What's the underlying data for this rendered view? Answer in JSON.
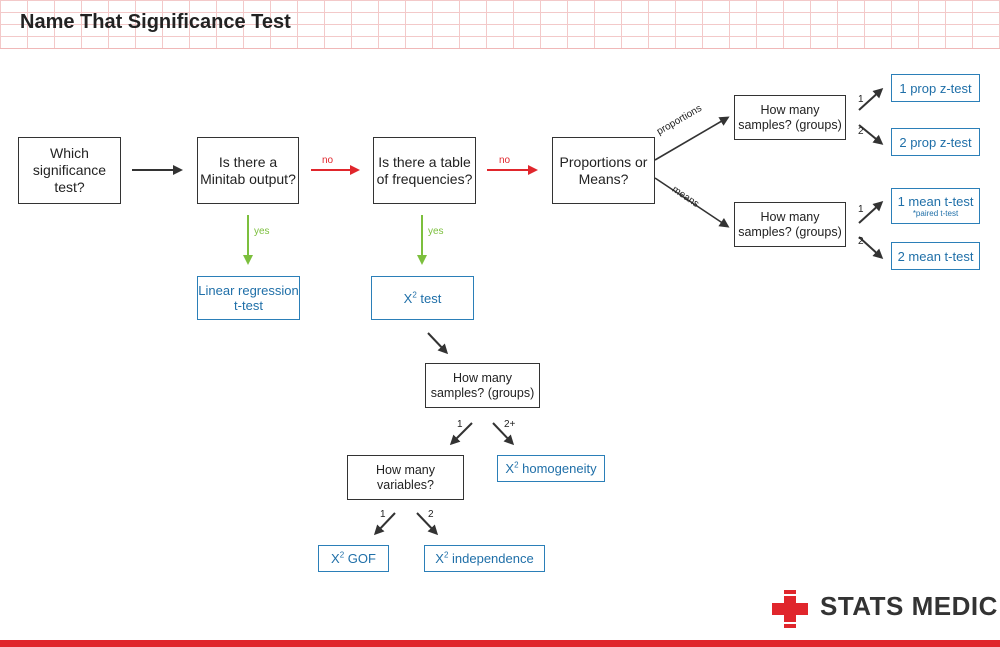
{
  "title": "Name That Significance Test",
  "boxes": {
    "which": "Which significance test?",
    "minitab": "Is there a Minitab output?",
    "freq": "Is there a table of frequencies?",
    "propmeans": "Proportions or Means?",
    "samples_prop": "How many samples? (groups)",
    "samples_mean": "How many samples? (groups)",
    "samples_chi": "How many samples? (groups)",
    "variables": "How many variables?"
  },
  "results": {
    "linreg": "Linear regression t-test",
    "chi": "X",
    "chi_sup": "2",
    "chi_test": " test",
    "one_prop": "1 prop z-test",
    "two_prop": "2 prop z-test",
    "one_mean": "1 mean t-test",
    "one_mean_note": "*paired t-test",
    "two_mean": "2 mean t-test",
    "homog": " homogeneity",
    "gof": " GOF",
    "indep": " independence"
  },
  "labels": {
    "no1": "no",
    "no2": "no",
    "yes1": "yes",
    "yes2": "yes",
    "proportions": "proportions",
    "means": "means",
    "p1": "1",
    "p2": "2",
    "m1": "1",
    "m2": "2",
    "c1": "1",
    "c2": "2+",
    "v1": "1",
    "v2": "2"
  },
  "colors": {
    "red": "#e0262c",
    "green": "#7cbf3d",
    "blue": "#2b7fb8",
    "dark": "#333333"
  },
  "brand": {
    "name": "STATS MEDIC",
    "icon": "red-cross-icon"
  }
}
